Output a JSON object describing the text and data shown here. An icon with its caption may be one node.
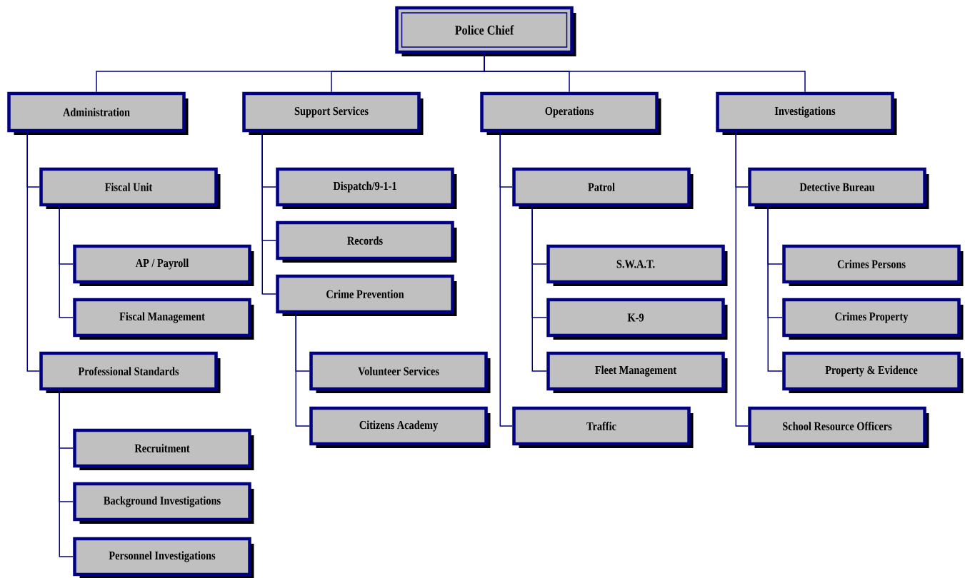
{
  "diagram": {
    "nodes": [
      {
        "text": [
          "Police Chief"
        ]
      },
      {
        "text": [
          "Administration"
        ]
      },
      {
        "text": [
          "Support Services"
        ]
      },
      {
        "text": [
          "Operations"
        ]
      },
      {
        "text": [
          "Investigations"
        ]
      },
      {
        "text": [
          "Fiscal Unit"
        ]
      },
      {
        "text": [
          "AP / Payroll"
        ]
      },
      {
        "text": [
          "Fiscal Management"
        ]
      },
      {
        "text": [
          "Professional Standards"
        ]
      },
      {
        "text": [
          "Recruitment"
        ]
      },
      {
        "text": [
          "Background Investigations"
        ]
      },
      {
        "text": [
          "Personnel Investigations"
        ]
      },
      {
        "text": [
          "Dispatch/9-1-1"
        ]
      },
      {
        "text": [
          "Records"
        ]
      },
      {
        "text": [
          "Crime Prevention"
        ]
      },
      {
        "text": [
          "Volunteer Services"
        ]
      },
      {
        "text": [
          "Citizens Academy"
        ]
      },
      {
        "text": [
          "Patrol"
        ]
      },
      {
        "text": [
          "S.W.A.T."
        ]
      },
      {
        "text": [
          "K-9"
        ]
      },
      {
        "text": [
          "Fleet Management"
        ]
      },
      {
        "text": [
          "Traffic"
        ]
      },
      {
        "text": [
          "Detective Bureau"
        ]
      },
      {
        "text": [
          "Crimes Persons"
        ]
      },
      {
        "text": [
          "Crimes Property"
        ]
      },
      {
        "text": [
          "Property & Evidence"
        ]
      },
      {
        "text": [
          "School Resource Officers"
        ]
      }
    ],
    "edges": [
      {
        "from": 0,
        "to": 1,
        "arrow": "none"
      },
      {
        "from": 0,
        "to": 2,
        "arrow": "none"
      },
      {
        "from": 0,
        "to": 3,
        "arrow": "none"
      },
      {
        "from": 0,
        "to": 4,
        "arrow": "none"
      },
      {
        "from": 1,
        "to": 5,
        "arrow": "none"
      },
      {
        "from": 5,
        "to": 6,
        "arrow": "none"
      },
      {
        "from": 5,
        "to": 7,
        "arrow": "none"
      },
      {
        "from": 1,
        "to": 8,
        "arrow": "none"
      },
      {
        "from": 8,
        "to": 9,
        "arrow": "none"
      },
      {
        "from": 8,
        "to": 10,
        "arrow": "none"
      },
      {
        "from": 8,
        "to": 11,
        "arrow": "none"
      },
      {
        "from": 2,
        "to": 12,
        "arrow": "none"
      },
      {
        "from": 2,
        "to": 13,
        "arrow": "none"
      },
      {
        "from": 2,
        "to": 14,
        "arrow": "none"
      },
      {
        "from": 14,
        "to": 15,
        "arrow": "none"
      },
      {
        "from": 14,
        "to": 16,
        "arrow": "none"
      },
      {
        "from": 3,
        "to": 17,
        "arrow": "none"
      },
      {
        "from": 17,
        "to": 18,
        "arrow": "none"
      },
      {
        "from": 17,
        "to": 19,
        "arrow": "none"
      },
      {
        "from": 17,
        "to": 20,
        "arrow": "none"
      },
      {
        "from": 3,
        "to": 21,
        "arrow": "none"
      },
      {
        "from": 4,
        "to": 22,
        "arrow": "none"
      },
      {
        "from": 22,
        "to": 23,
        "arrow": "none"
      },
      {
        "from": 22,
        "to": 24,
        "arrow": "none"
      },
      {
        "from": 22,
        "to": 25,
        "arrow": "none"
      },
      {
        "from": 4,
        "to": 26,
        "arrow": "none"
      }
    ]
  }
}
